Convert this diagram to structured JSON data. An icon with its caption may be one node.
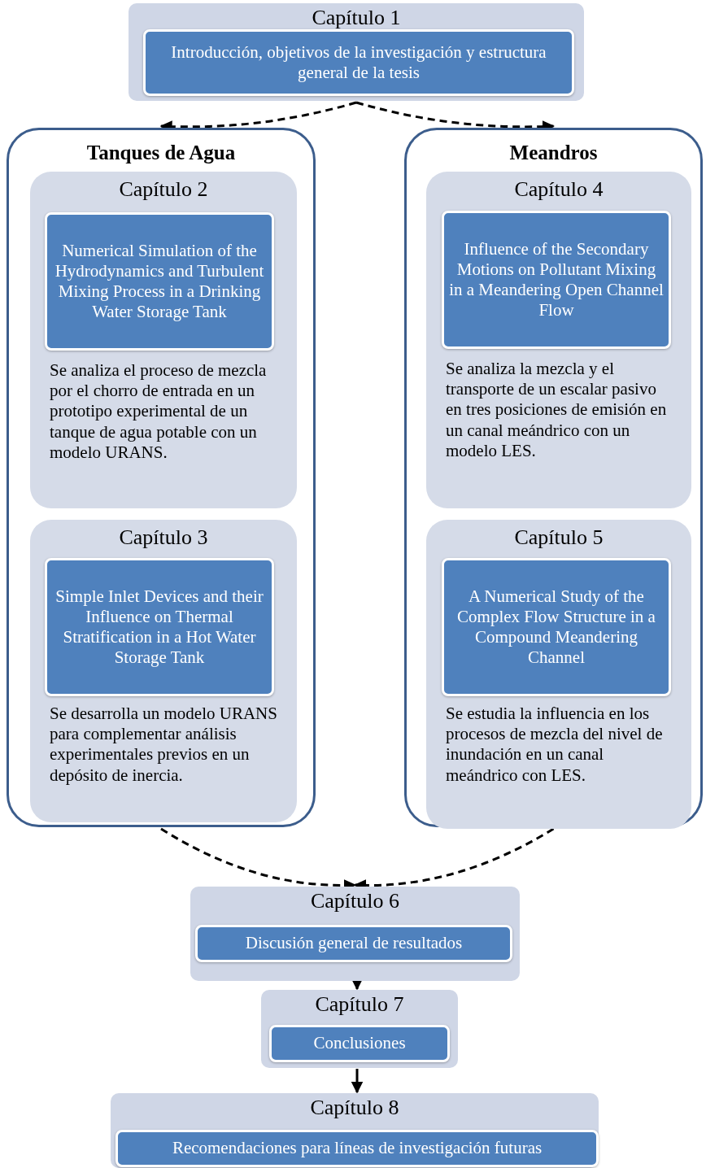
{
  "diagram": {
    "nodes": [
      {
        "text": [
          "Capítulo 1"
        ]
      },
      {
        "text": [
          "Introducción, objetivos de la investigación y estructura general de la tesis"
        ],
        "in": 0
      },
      {
        "text": [
          "Tanques de Agua"
        ]
      },
      {
        "text": [
          "Capítulo 2",
          "Se analiza el proceso de mezcla por el chorro de entrada en un prototipo experimental de un tanque de agua potable con un modelo URANS."
        ],
        "in": 2
      },
      {
        "text": [
          "Numerical Simulation of the Hydrodynamics and Turbulent Mixing Process in a Drinking Water Storage Tank"
        ],
        "in": 3
      },
      {
        "text": [
          "Capítulo 3",
          "Se desarrolla un modelo URANS para complementar análisis experimentales previos en un  depósito de inercia."
        ],
        "in": 2
      },
      {
        "text": [
          "Simple Inlet Devices and their Influence on Thermal Stratification in a Hot Water Storage Tank"
        ],
        "in": 5
      },
      {
        "text": [
          "Meandros"
        ]
      },
      {
        "text": [
          "Capítulo 4",
          "Se analiza la mezcla y el transporte de un escalar pasivo en tres posiciones de emisión en un canal meándrico con un modelo LES."
        ],
        "in": 7
      },
      {
        "text": [
          "Influence of the Secondary Motions on Pollutant Mixing in a Meandering Open Channel Flow"
        ],
        "in": 8
      },
      {
        "text": [
          "Capítulo 5",
          "Se estudia la influencia en los procesos de mezcla del nivel de inundación en un canal meándrico con LES."
        ],
        "in": 7
      },
      {
        "text": [
          "A Numerical Study of the Complex Flow Structure in a Compound Meandering Channel"
        ],
        "in": 10
      },
      {
        "text": [
          "Capítulo 6"
        ]
      },
      {
        "text": [
          "Discusión general de resultados"
        ],
        "in": 12
      },
      {
        "text": [
          "Capítulo 7"
        ]
      },
      {
        "text": [
          "Conclusiones"
        ],
        "in": 14
      },
      {
        "text": [
          "Capítulo 8"
        ]
      },
      {
        "text": [
          "Recomendaciones para líneas de investigación futuras"
        ],
        "in": 16
      }
    ],
    "edges": [
      {
        "from": 0,
        "to": 2,
        "arrow": "to",
        "style": "dashed"
      },
      {
        "from": 0,
        "to": 7,
        "arrow": "to",
        "style": "dashed"
      },
      {
        "from": 2,
        "to": 12,
        "arrow": "to",
        "style": "dashed"
      },
      {
        "from": 7,
        "to": 12,
        "arrow": "to",
        "style": "dashed"
      },
      {
        "from": 12,
        "to": 14,
        "arrow": "to"
      },
      {
        "from": 14,
        "to": 16,
        "arrow": "to"
      }
    ]
  }
}
